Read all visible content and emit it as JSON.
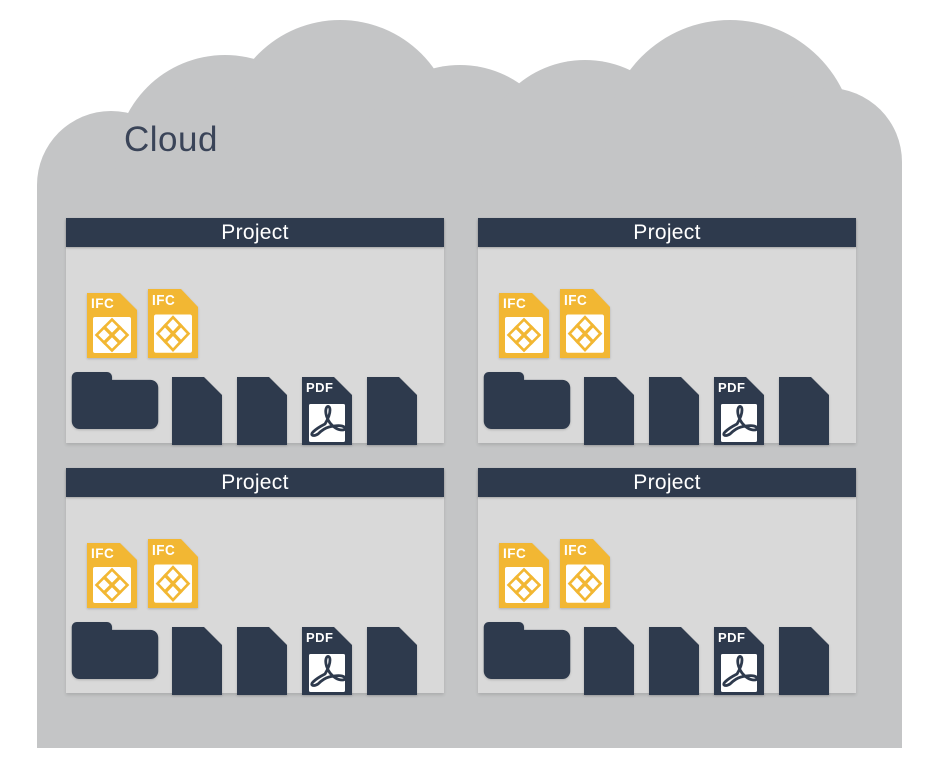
{
  "title": "Cloud",
  "colors": {
    "navy": "#2E3A4D",
    "yellow": "#F2B733",
    "cloud_gray": "#C4C5C6",
    "panel_gray": "#D9D9D9",
    "title_text": "#3A4458",
    "icon_label_text": "#FFFFFF"
  },
  "panels": [
    {
      "header": "Project",
      "model_files": [
        {
          "type": "ifc",
          "label": "IFC",
          "icon": "ifc-file-icon"
        },
        {
          "type": "ifc",
          "label": "IFC",
          "icon": "ifc-file-icon"
        }
      ],
      "files": [
        {
          "type": "folder",
          "icon": "folder-icon"
        },
        {
          "type": "doc",
          "icon": "document-icon"
        },
        {
          "type": "doc",
          "icon": "document-icon"
        },
        {
          "type": "pdf",
          "label": "PDF",
          "icon": "pdf-file-icon"
        },
        {
          "type": "doc",
          "icon": "document-icon"
        }
      ]
    },
    {
      "header": "Project",
      "model_files": [
        {
          "type": "ifc",
          "label": "IFC",
          "icon": "ifc-file-icon"
        },
        {
          "type": "ifc",
          "label": "IFC",
          "icon": "ifc-file-icon"
        }
      ],
      "files": [
        {
          "type": "folder",
          "icon": "folder-icon"
        },
        {
          "type": "doc",
          "icon": "document-icon"
        },
        {
          "type": "doc",
          "icon": "document-icon"
        },
        {
          "type": "pdf",
          "label": "PDF",
          "icon": "pdf-file-icon"
        },
        {
          "type": "doc",
          "icon": "document-icon"
        }
      ]
    },
    {
      "header": "Project",
      "model_files": [
        {
          "type": "ifc",
          "label": "IFC",
          "icon": "ifc-file-icon"
        },
        {
          "type": "ifc",
          "label": "IFC",
          "icon": "ifc-file-icon"
        }
      ],
      "files": [
        {
          "type": "folder",
          "icon": "folder-icon"
        },
        {
          "type": "doc",
          "icon": "document-icon"
        },
        {
          "type": "doc",
          "icon": "document-icon"
        },
        {
          "type": "pdf",
          "label": "PDF",
          "icon": "pdf-file-icon"
        },
        {
          "type": "doc",
          "icon": "document-icon"
        }
      ]
    },
    {
      "header": "Project",
      "model_files": [
        {
          "type": "ifc",
          "label": "IFC",
          "icon": "ifc-file-icon"
        },
        {
          "type": "ifc",
          "label": "IFC",
          "icon": "ifc-file-icon"
        }
      ],
      "files": [
        {
          "type": "folder",
          "icon": "folder-icon"
        },
        {
          "type": "doc",
          "icon": "document-icon"
        },
        {
          "type": "doc",
          "icon": "document-icon"
        },
        {
          "type": "pdf",
          "label": "PDF",
          "icon": "pdf-file-icon"
        },
        {
          "type": "doc",
          "icon": "document-icon"
        }
      ]
    }
  ]
}
